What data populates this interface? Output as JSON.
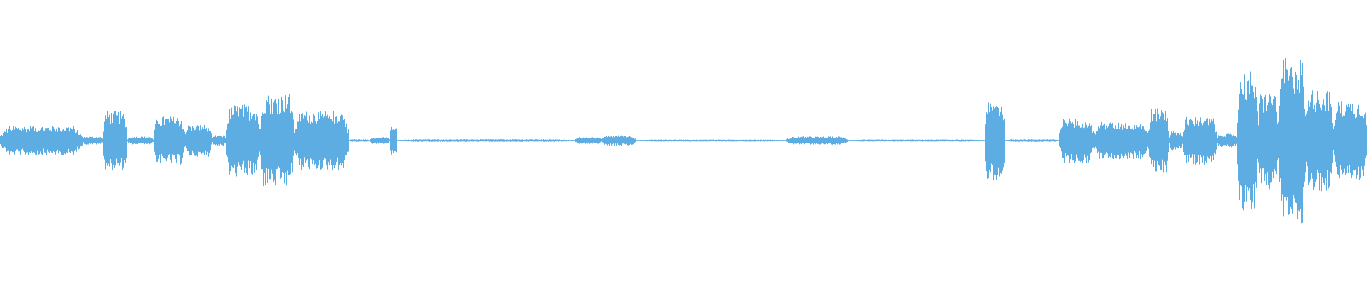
{
  "waveform": {
    "color": "#5DADE2",
    "segments": [
      {
        "from": 0.0,
        "to": 0.06,
        "amp": 0.11
      },
      {
        "from": 0.06,
        "to": 0.075,
        "amp": 0.03
      },
      {
        "from": 0.075,
        "to": 0.093,
        "amp": 0.22
      },
      {
        "from": 0.093,
        "to": 0.112,
        "amp": 0.03
      },
      {
        "from": 0.112,
        "to": 0.135,
        "amp": 0.18
      },
      {
        "from": 0.135,
        "to": 0.155,
        "amp": 0.12
      },
      {
        "from": 0.155,
        "to": 0.165,
        "amp": 0.04
      },
      {
        "from": 0.165,
        "to": 0.19,
        "amp": 0.27
      },
      {
        "from": 0.19,
        "to": 0.215,
        "amp": 0.35
      },
      {
        "from": 0.215,
        "to": 0.255,
        "amp": 0.22
      },
      {
        "from": 0.255,
        "to": 0.27,
        "amp": 0.01
      },
      {
        "from": 0.27,
        "to": 0.285,
        "amp": 0.025
      },
      {
        "from": 0.285,
        "to": 0.29,
        "amp": 0.11
      },
      {
        "from": 0.29,
        "to": 0.42,
        "amp": 0.01
      },
      {
        "from": 0.42,
        "to": 0.44,
        "amp": 0.025
      },
      {
        "from": 0.44,
        "to": 0.465,
        "amp": 0.04
      },
      {
        "from": 0.465,
        "to": 0.575,
        "amp": 0.008
      },
      {
        "from": 0.575,
        "to": 0.62,
        "amp": 0.03
      },
      {
        "from": 0.62,
        "to": 0.72,
        "amp": 0.008
      },
      {
        "from": 0.72,
        "to": 0.735,
        "amp": 0.3
      },
      {
        "from": 0.735,
        "to": 0.775,
        "amp": 0.01
      },
      {
        "from": 0.775,
        "to": 0.8,
        "amp": 0.17
      },
      {
        "from": 0.8,
        "to": 0.84,
        "amp": 0.14
      },
      {
        "from": 0.84,
        "to": 0.855,
        "amp": 0.24
      },
      {
        "from": 0.855,
        "to": 0.865,
        "amp": 0.07
      },
      {
        "from": 0.865,
        "to": 0.89,
        "amp": 0.18
      },
      {
        "from": 0.89,
        "to": 0.905,
        "amp": 0.05
      },
      {
        "from": 0.905,
        "to": 0.92,
        "amp": 0.52
      },
      {
        "from": 0.92,
        "to": 0.935,
        "amp": 0.36
      },
      {
        "from": 0.935,
        "to": 0.955,
        "amp": 0.62
      },
      {
        "from": 0.955,
        "to": 0.975,
        "amp": 0.38
      },
      {
        "from": 0.975,
        "to": 1.0,
        "amp": 0.3
      }
    ]
  }
}
